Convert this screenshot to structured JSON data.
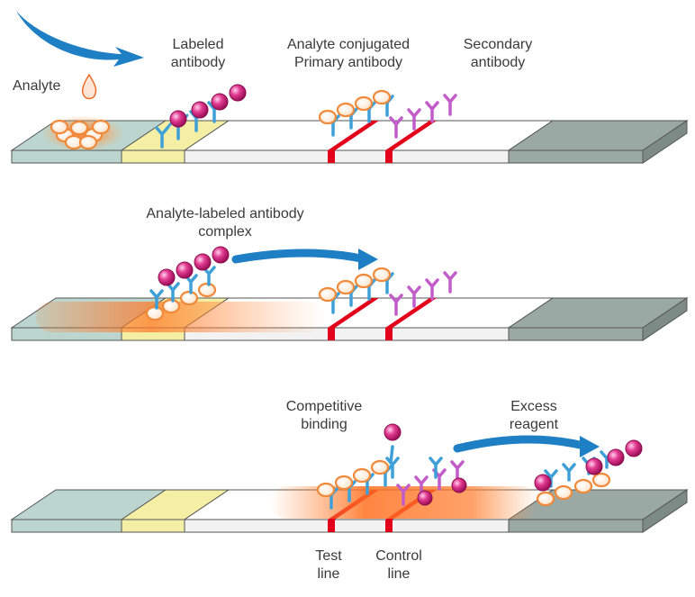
{
  "labels": {
    "analyte": "Analyte",
    "labeled_antibody": [
      "Labeled",
      "antibody"
    ],
    "analyte_conjugated": [
      "Analyte conjugated",
      "Primary antibody"
    ],
    "secondary_antibody": [
      "Secondary",
      "antibody"
    ],
    "complex": [
      "Analyte-labeled antibody",
      "complex"
    ],
    "competitive_binding": [
      "Competitive",
      "binding"
    ],
    "excess_reagent": [
      "Excess",
      "reagent"
    ],
    "test_line": [
      "Test",
      "line"
    ],
    "control_line": [
      "Control",
      "line"
    ]
  },
  "colors": {
    "sample_pad": "#bcd6cf",
    "conjugate_pad": "#f5efa6",
    "membrane": "#ffffff",
    "absorbent_pad": "#9aa9a4",
    "test_line": "#e3001b",
    "arrow": "#1f7fc4",
    "labeled_antibody_ball": "#d9187a",
    "antibody": "#3fa0d8",
    "analyte": "#f08a3a",
    "secondary_antibody": "#c15cc9"
  },
  "icons": [
    "flow-arrow-icon",
    "droplet-icon",
    "antibody-icon",
    "analyte-icon",
    "label-ball-icon"
  ]
}
